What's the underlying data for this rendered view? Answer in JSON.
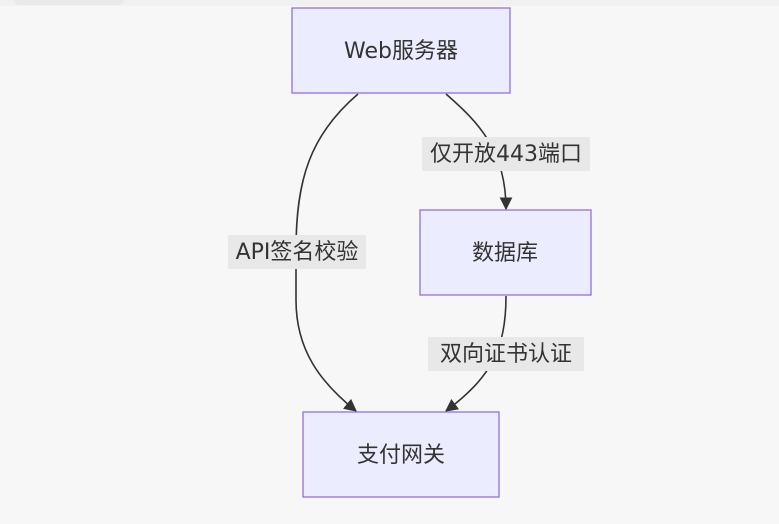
{
  "diagram": {
    "nodes": [
      {
        "id": "web",
        "label": "Web服务器"
      },
      {
        "id": "db",
        "label": "数据库"
      },
      {
        "id": "pay",
        "label": "支付网关"
      }
    ],
    "edges": [
      {
        "from": "web",
        "to": "db",
        "label": "仅开放443端口"
      },
      {
        "from": "web",
        "to": "pay",
        "label": "API签名校验"
      },
      {
        "from": "db",
        "to": "pay",
        "label": "双向证书认证"
      }
    ],
    "colors": {
      "node_fill": "#ececff",
      "node_stroke": "#9370db",
      "edge": "#333333",
      "edge_label_bg": "#e8e8e8",
      "text": "#333333"
    }
  }
}
